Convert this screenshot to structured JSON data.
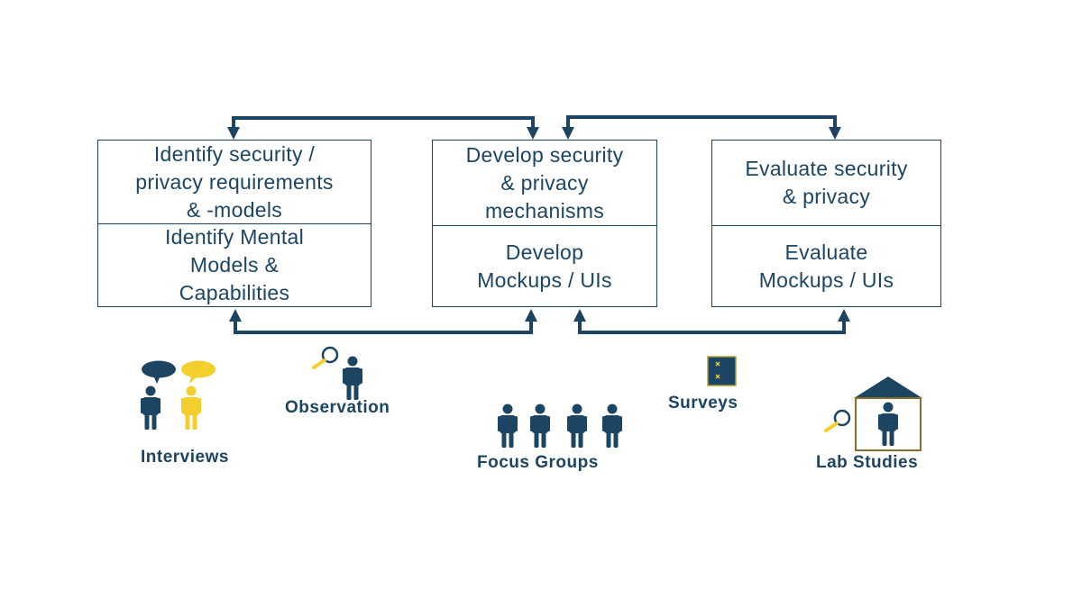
{
  "colors": {
    "navy": "#1c4563",
    "yellow": "#f3cf2e",
    "survey_border": "#b39b3a",
    "house_wall": "#8a6d2c",
    "white": "#ffffff"
  },
  "phases": [
    {
      "top_text": "Identify security /\nprivacy requirements\n& -models",
      "bottom_text": "Identify Mental\nModels &\nCapabilities"
    },
    {
      "top_text": "Develop security\n& privacy\nmechanisms",
      "bottom_text": "Develop\nMockups / UIs"
    },
    {
      "top_text": "Evaluate security\n& privacy",
      "bottom_text": "Evaluate\nMockups / UIs"
    }
  ],
  "methods": {
    "interviews": "Interviews",
    "observation": "Observation",
    "focus_groups": "Focus Groups",
    "surveys": "Surveys",
    "lab_studies": "Lab Studies"
  },
  "icons": {
    "speech_bubble": "speech-bubble-icon",
    "person": "person-icon",
    "magnifier": "magnifier-icon",
    "survey_card": "survey-card-icon",
    "house": "house-icon",
    "arrow": "arrow-icon"
  }
}
